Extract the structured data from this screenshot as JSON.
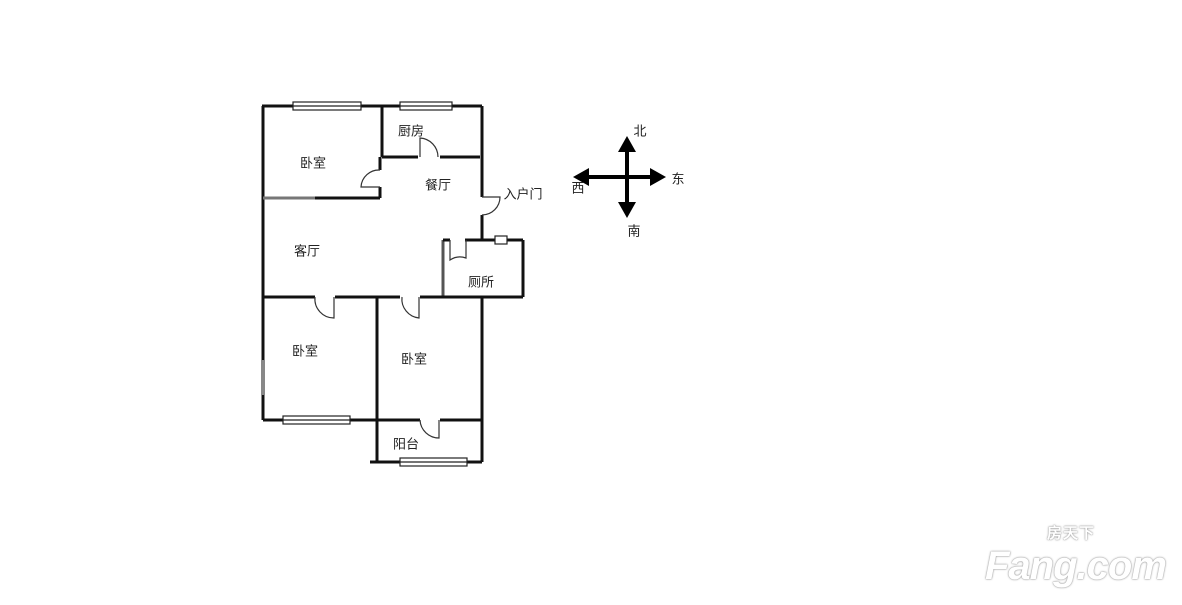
{
  "rooms": {
    "bedroom_nw": "卧室",
    "kitchen": "厨房",
    "dining": "餐厅",
    "entrance": "入户门",
    "living": "客厅",
    "toilet": "厕所",
    "bedroom_sw": "卧室",
    "bedroom_s": "卧室",
    "balcony": "阳台"
  },
  "compass": {
    "north": "北",
    "south": "南",
    "east": "东",
    "west": "西"
  },
  "watermark": {
    "cn": "房天下",
    "en": "Fang.com"
  },
  "colors": {
    "wall": "#111111",
    "arrow": "#000000"
  }
}
